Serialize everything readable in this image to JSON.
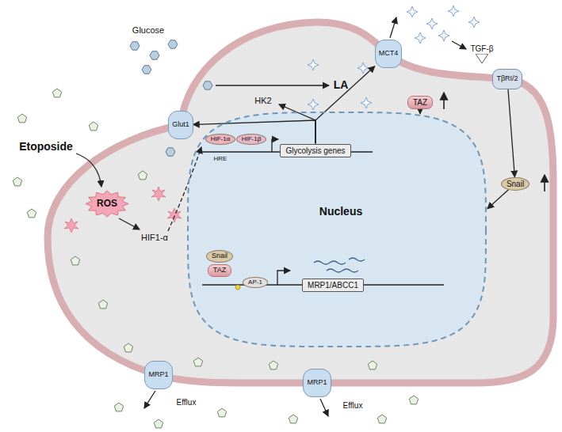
{
  "diagram": {
    "nodes": [
      {
        "text": [
          "Glut1"
        ]
      },
      {
        "text": [
          "MCT4"
        ]
      },
      {
        "text": [
          "TGF-β"
        ]
      },
      {
        "text": [
          "TβRI/2"
        ]
      },
      {
        "text": [
          "TAZ"
        ]
      },
      {
        "text": [
          "ROS"
        ]
      },
      {
        "text": [
          "Snail"
        ]
      },
      {
        "text": [
          "Nucleus"
        ]
      },
      {
        "text": [
          "HIF-1α"
        ],
        "in": 7
      },
      {
        "text": [
          "HIF-1β"
        ],
        "in": 7
      },
      {
        "text": [
          "Glycolysis genes"
        ],
        "in": 7
      },
      {
        "text": [
          "Snail"
        ],
        "in": 7
      },
      {
        "text": [
          "TAZ"
        ],
        "in": 7
      },
      {
        "text": [
          "AP-1"
        ],
        "in": 7
      },
      {
        "text": [
          "MRP1/ABCC1"
        ],
        "in": 7
      },
      {
        "text": [
          "MRP1"
        ]
      },
      {
        "text": [
          "MRP1"
        ]
      }
    ],
    "edges": [
      {
        "from": 10,
        "to": 0,
        "arrow": "to"
      },
      {
        "from": 10,
        "to": 1,
        "arrow": "to"
      },
      {
        "from": 4,
        "to": 7,
        "arrow": "to"
      },
      {
        "from": 3,
        "to": 6,
        "arrow": "to"
      },
      {
        "from": 6,
        "to": 7,
        "arrow": "to"
      }
    ],
    "labels": [
      "Etoposide",
      "Glucose",
      "HK2",
      "LA",
      "HIF1-α",
      "HRE",
      "Efflux",
      "Efflux"
    ]
  }
}
